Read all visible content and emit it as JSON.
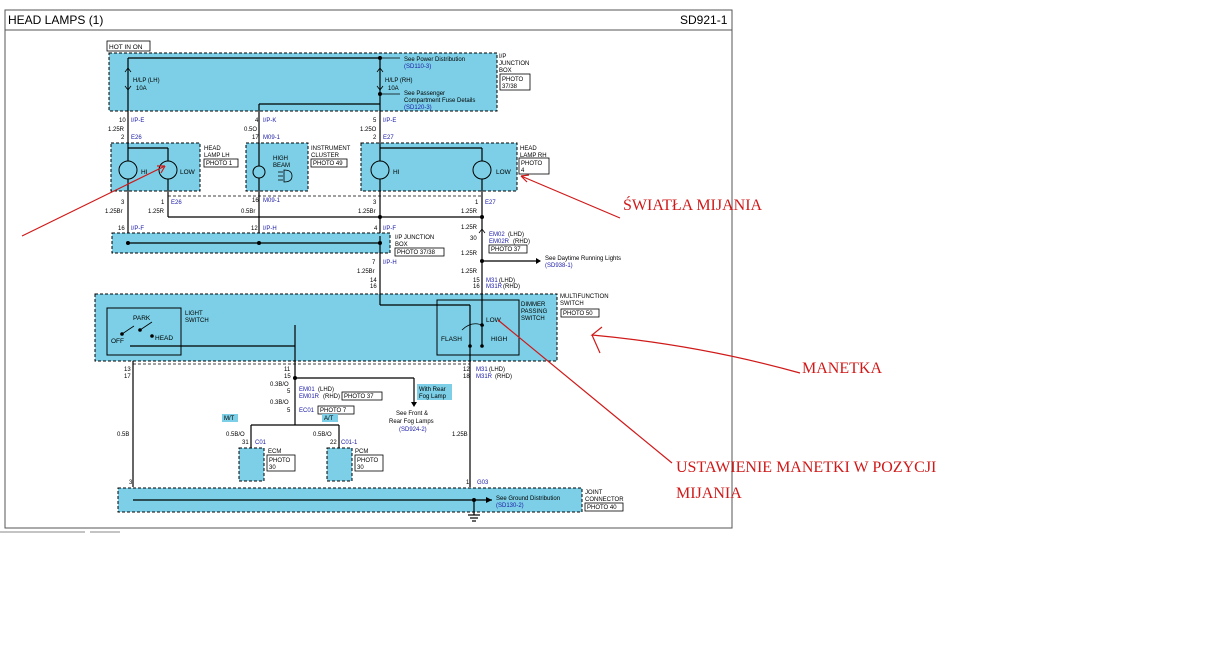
{
  "header": {
    "title": "HEAD LAMPS (1)",
    "code": "SD921-1"
  },
  "hot_in_on": "HOT IN ON",
  "ip_junction_top": {
    "title_lines": [
      "I/P",
      "JUNCTION",
      "BOX"
    ],
    "photo": [
      "PHOTO",
      "37/38"
    ],
    "fuse_lh": [
      "H/LP (LH)",
      "10A"
    ],
    "fuse_rh": [
      "H/LP (RH)",
      "10A"
    ],
    "see_power": "See Power Distribution",
    "see_power_ref": "(SD110-3)",
    "see_passenger": [
      "See Passenger",
      "Compartment Fuse Details"
    ],
    "see_passenger_ref": "(SD120-3)"
  },
  "wire_top": {
    "lh": {
      "pin": "10",
      "conn": "I/P-E",
      "gauge": "1.25R",
      "pin2": "2",
      "conn2": "E26"
    },
    "mid": {
      "pin": "4",
      "conn": "I/P-K",
      "gauge": "0.5O",
      "pin2": "17",
      "conn2": "M09-1"
    },
    "rh": {
      "pin": "5",
      "conn": "I/P-E",
      "gauge": "1.25O",
      "pin2": "2",
      "conn2": "E27"
    }
  },
  "head_lamp_lh": {
    "title": [
      "HEAD",
      "LAMP LH"
    ],
    "photo": "PHOTO 1",
    "hi": "HI",
    "low": "LOW"
  },
  "instrument_cluster": {
    "title": [
      "INSTRUMENT",
      "CLUSTER"
    ],
    "photo": "PHOTO 49",
    "label": [
      "HIGH",
      "BEAM"
    ]
  },
  "head_lamp_rh": {
    "title": [
      "HEAD",
      "LAMP RH"
    ],
    "photo": [
      "PHOTO",
      "4"
    ],
    "hi": "HI",
    "low": "LOW"
  },
  "mid_wires": {
    "lh_pin3": "3",
    "lh_gauge_br": "1.25Br",
    "lh_pin1": "1",
    "lh_gauge_r": "1.25R",
    "lh_conn": "E26",
    "ic_pin": "16",
    "ic_gauge": "0.5Br",
    "ic_conn": "M09-1",
    "rh_pin3": "3",
    "rh_gauge": "1.25Br",
    "rh_pin1": "1",
    "rh_gauge_r": "1.25R",
    "rh_conn": "E27"
  },
  "ip_junction_mid": {
    "title_lines": [
      "I/P JUNCTION",
      "BOX"
    ],
    "photo": "PHOTO 37/38",
    "pin_l": "16",
    "conn_l": "I/P-F",
    "pin_m": "12",
    "conn_m": "I/P-H",
    "pin_r": "4",
    "conn_r": "I/P-F"
  },
  "drl": {
    "pin": "30",
    "conn_lhd": "EM02",
    "lhd": "(LHD)",
    "conn_rhd": "EM02R",
    "rhd": "(RHD)",
    "photo": "PHOTO 37",
    "gauge": "1.25R",
    "gauge2": "1.25R",
    "see": "See Daytime Running Lights",
    "see_ref": "(SD938-1)"
  },
  "lower_wires": {
    "pin7": "7",
    "conn7": "I/P-H",
    "gauge_br": "1.25Br",
    "p14": "14",
    "p16": "16",
    "p15": "15",
    "p16b": "16",
    "m31": "M31",
    "m31_lhd": "(LHD)",
    "m31r": "M31R",
    "m31_rhd": "(RHD)"
  },
  "multifunction_switch": {
    "title": [
      "MULTIFUNCTION",
      "SWITCH"
    ],
    "light_switch": [
      "LIGHT",
      "SWITCH"
    ],
    "park": "PARK",
    "off": "OFF",
    "head": "HEAD",
    "dimmer": [
      "DIMMER",
      "PASSING",
      "SWITCH"
    ],
    "photo": "PHOTO 50",
    "low": "LOW",
    "flash": "FLASH",
    "high": "HIGH"
  },
  "below_switch": {
    "p13": "13",
    "p17": "17",
    "p11": "11",
    "p15": "15",
    "p12": "12",
    "p18": "18",
    "m31_lhd": "M31",
    "lhd": "(LHD)",
    "m31r": "M31R",
    "rhd": "(RHD)"
  },
  "fog": {
    "gauge1": "0.3B/O",
    "pin5": "5",
    "conn_lhd": "EM01",
    "lhd": "(LHD)",
    "pin5b": "5",
    "conn_rhd": "EM01R",
    "rhd": "(RHD)",
    "photo": "PHOTO 37",
    "gauge2": "0.3B/O",
    "pin5c": "5",
    "conn_ec01": "EC01",
    "photo7": "PHOTO 7",
    "with_rear": [
      "With Rear",
      "Fog Lamp"
    ],
    "see": [
      "See  Front &",
      "Rear Fog Lamps"
    ],
    "see_ref": "(SD924-2)"
  },
  "ecm_pcm": {
    "mt": "M/T",
    "at": "A/T",
    "ecm_gauge": "0.5B/O",
    "ecm_pin": "31",
    "ecm_conn": "C01",
    "ecm": "ECM",
    "ecm_photo": [
      "PHOTO",
      "30"
    ],
    "pcm_gauge": "0.5B/O",
    "pcm_pin": "22",
    "pcm_conn": "C01-1",
    "pcm": "PCM",
    "pcm_photo": [
      "PHOTO",
      "30"
    ]
  },
  "ground": {
    "left_gauge": "0.5B",
    "right_gauge": "1.25B",
    "pin3": "3",
    "pin1": "1",
    "g_conn": "G03",
    "see": "See Ground Distribution",
    "see_ref": "(SD130-2)",
    "title": [
      "JOINT",
      "CONNECTOR"
    ],
    "photo": "PHOTO 40"
  },
  "annotations": {
    "swiatla": "ŚWIATŁA MIJANIA",
    "manetka": "MANETKA",
    "ustawienie": "USTAWIENIE MANETKI W POZYCJI",
    "mijania": "MIJANIA"
  }
}
